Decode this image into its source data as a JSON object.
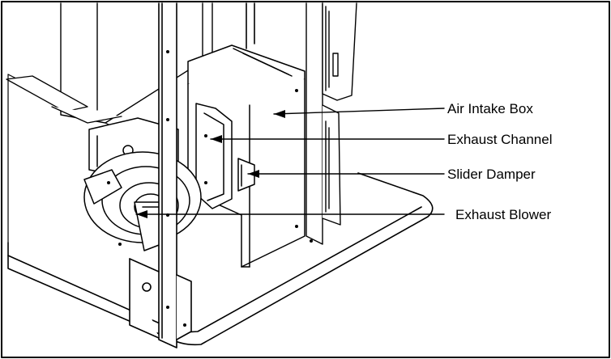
{
  "diagram": {
    "callouts": [
      {
        "id": "air-intake-box",
        "label": "Air Intake Box"
      },
      {
        "id": "exhaust-channel",
        "label": "Exhaust Channel"
      },
      {
        "id": "slider-damper",
        "label": "Slider Damper"
      },
      {
        "id": "exhaust-blower",
        "label": "Exhaust Blower"
      }
    ],
    "colors": {
      "line": "#000000",
      "fill": "#ffffff",
      "shade": "#f2f2f2"
    }
  }
}
